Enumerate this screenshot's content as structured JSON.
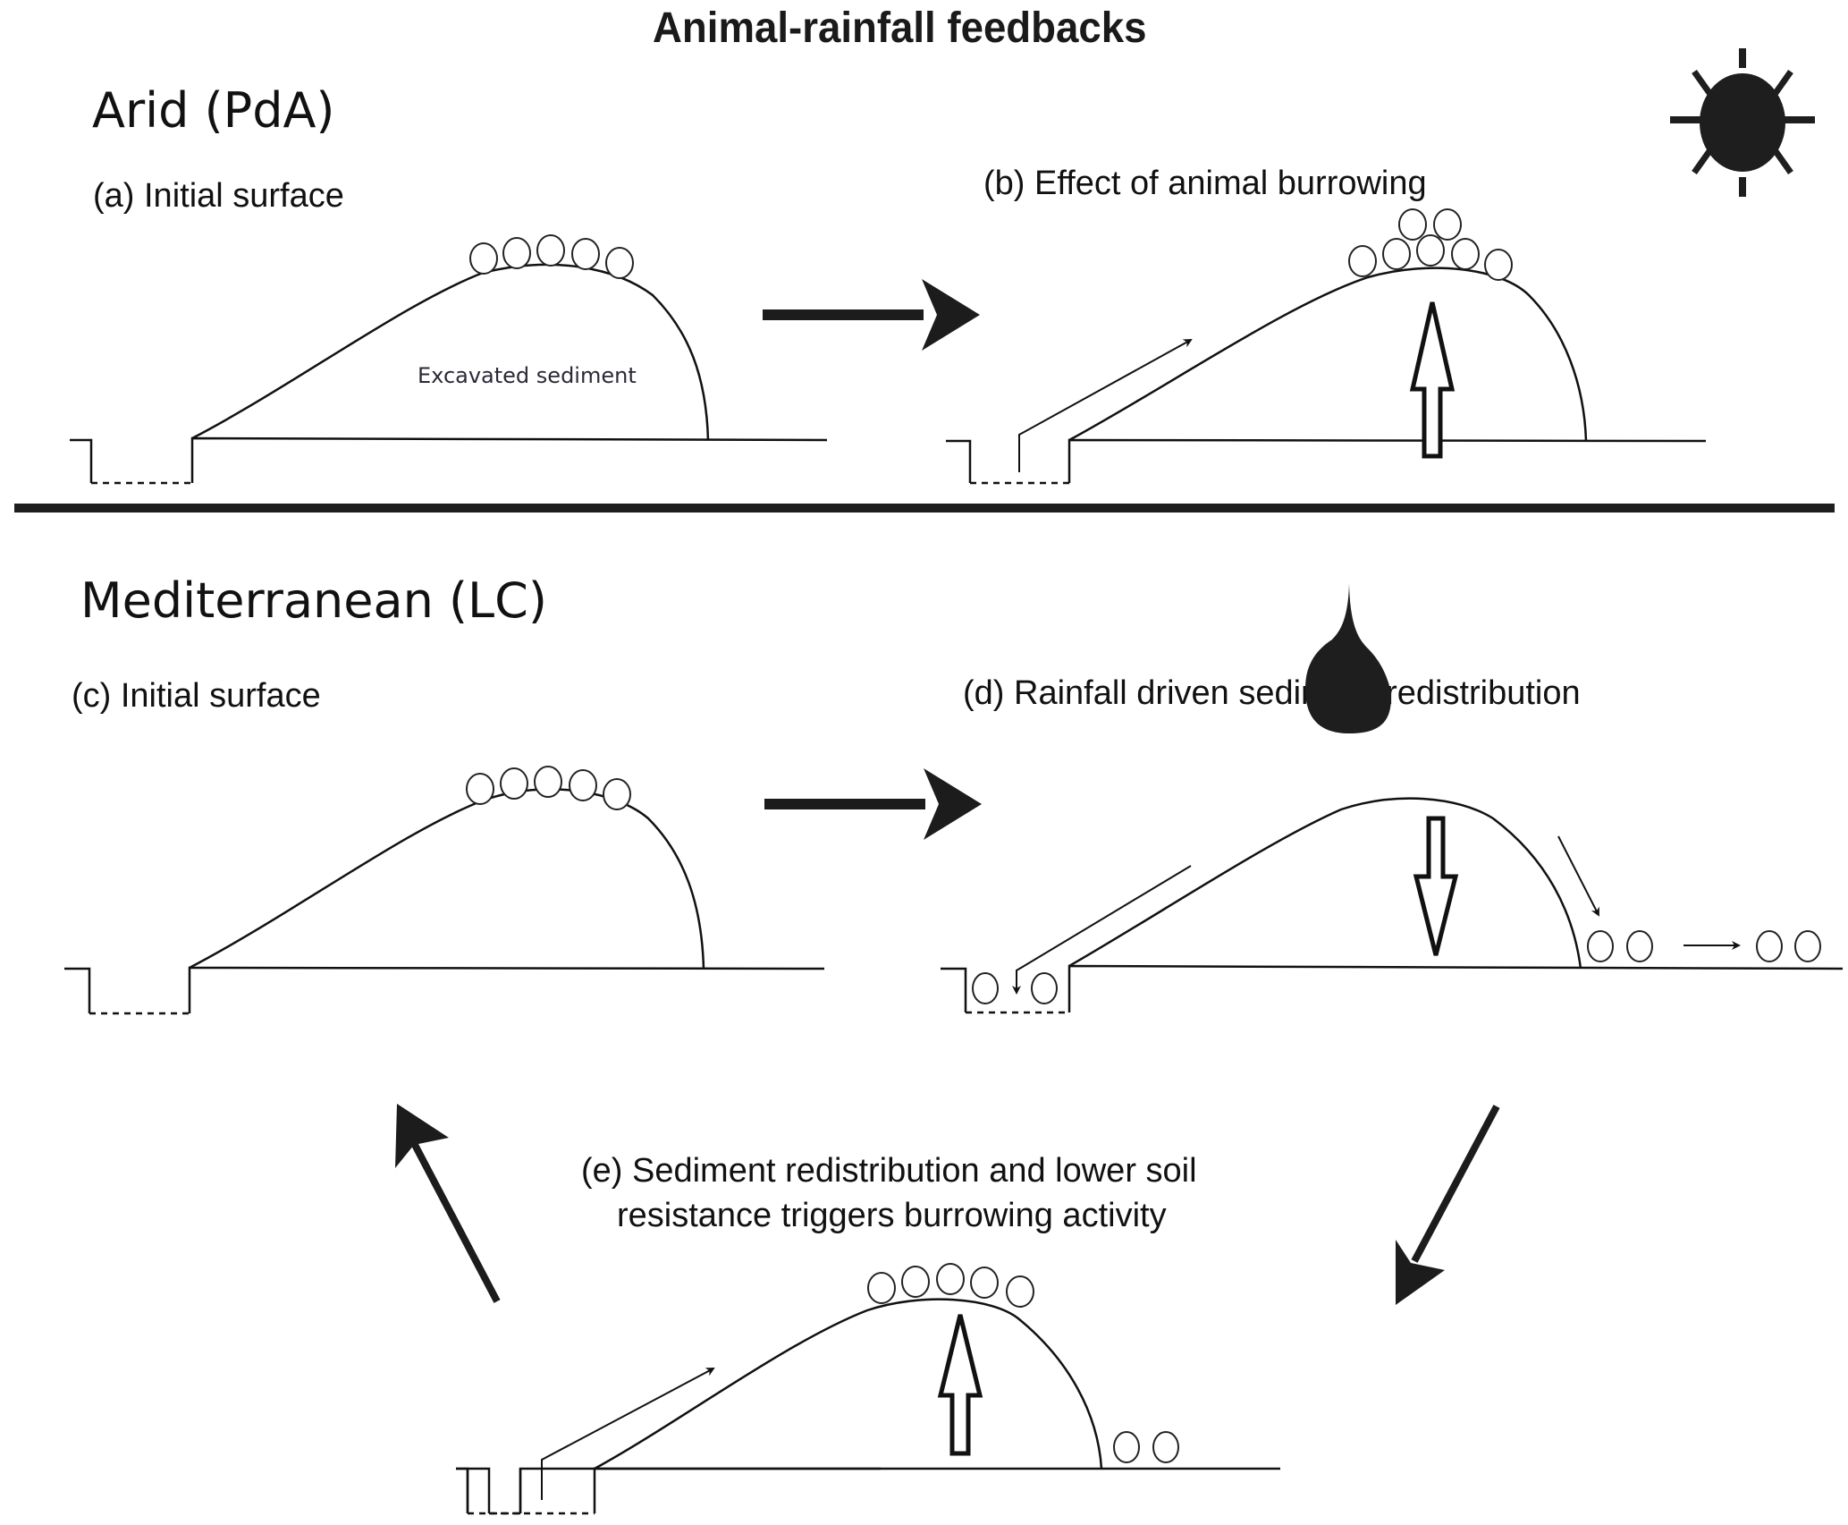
{
  "title": "Animal-rainfall feedbacks",
  "regions": {
    "arid": {
      "label": "Arid (PdA)",
      "icon": "sun-icon"
    },
    "mediterranean": {
      "label": "Mediterranean (LC)",
      "icon": "raindrop-icon"
    }
  },
  "panels": {
    "a": {
      "label": "(a) Initial surface",
      "annotation": "Excavated sediment"
    },
    "b": {
      "label": "(b) Effect of animal burrowing"
    },
    "c": {
      "label": "(c) Initial surface"
    },
    "d": {
      "label": "(d) Rainfall driven sediment redistribution"
    },
    "e": {
      "label_line1": "(e) Sediment redistribution and lower soil",
      "label_line2": "resistance triggers burrowing activity"
    }
  },
  "colors": {
    "ink": "#111111",
    "background": "#ffffff"
  }
}
